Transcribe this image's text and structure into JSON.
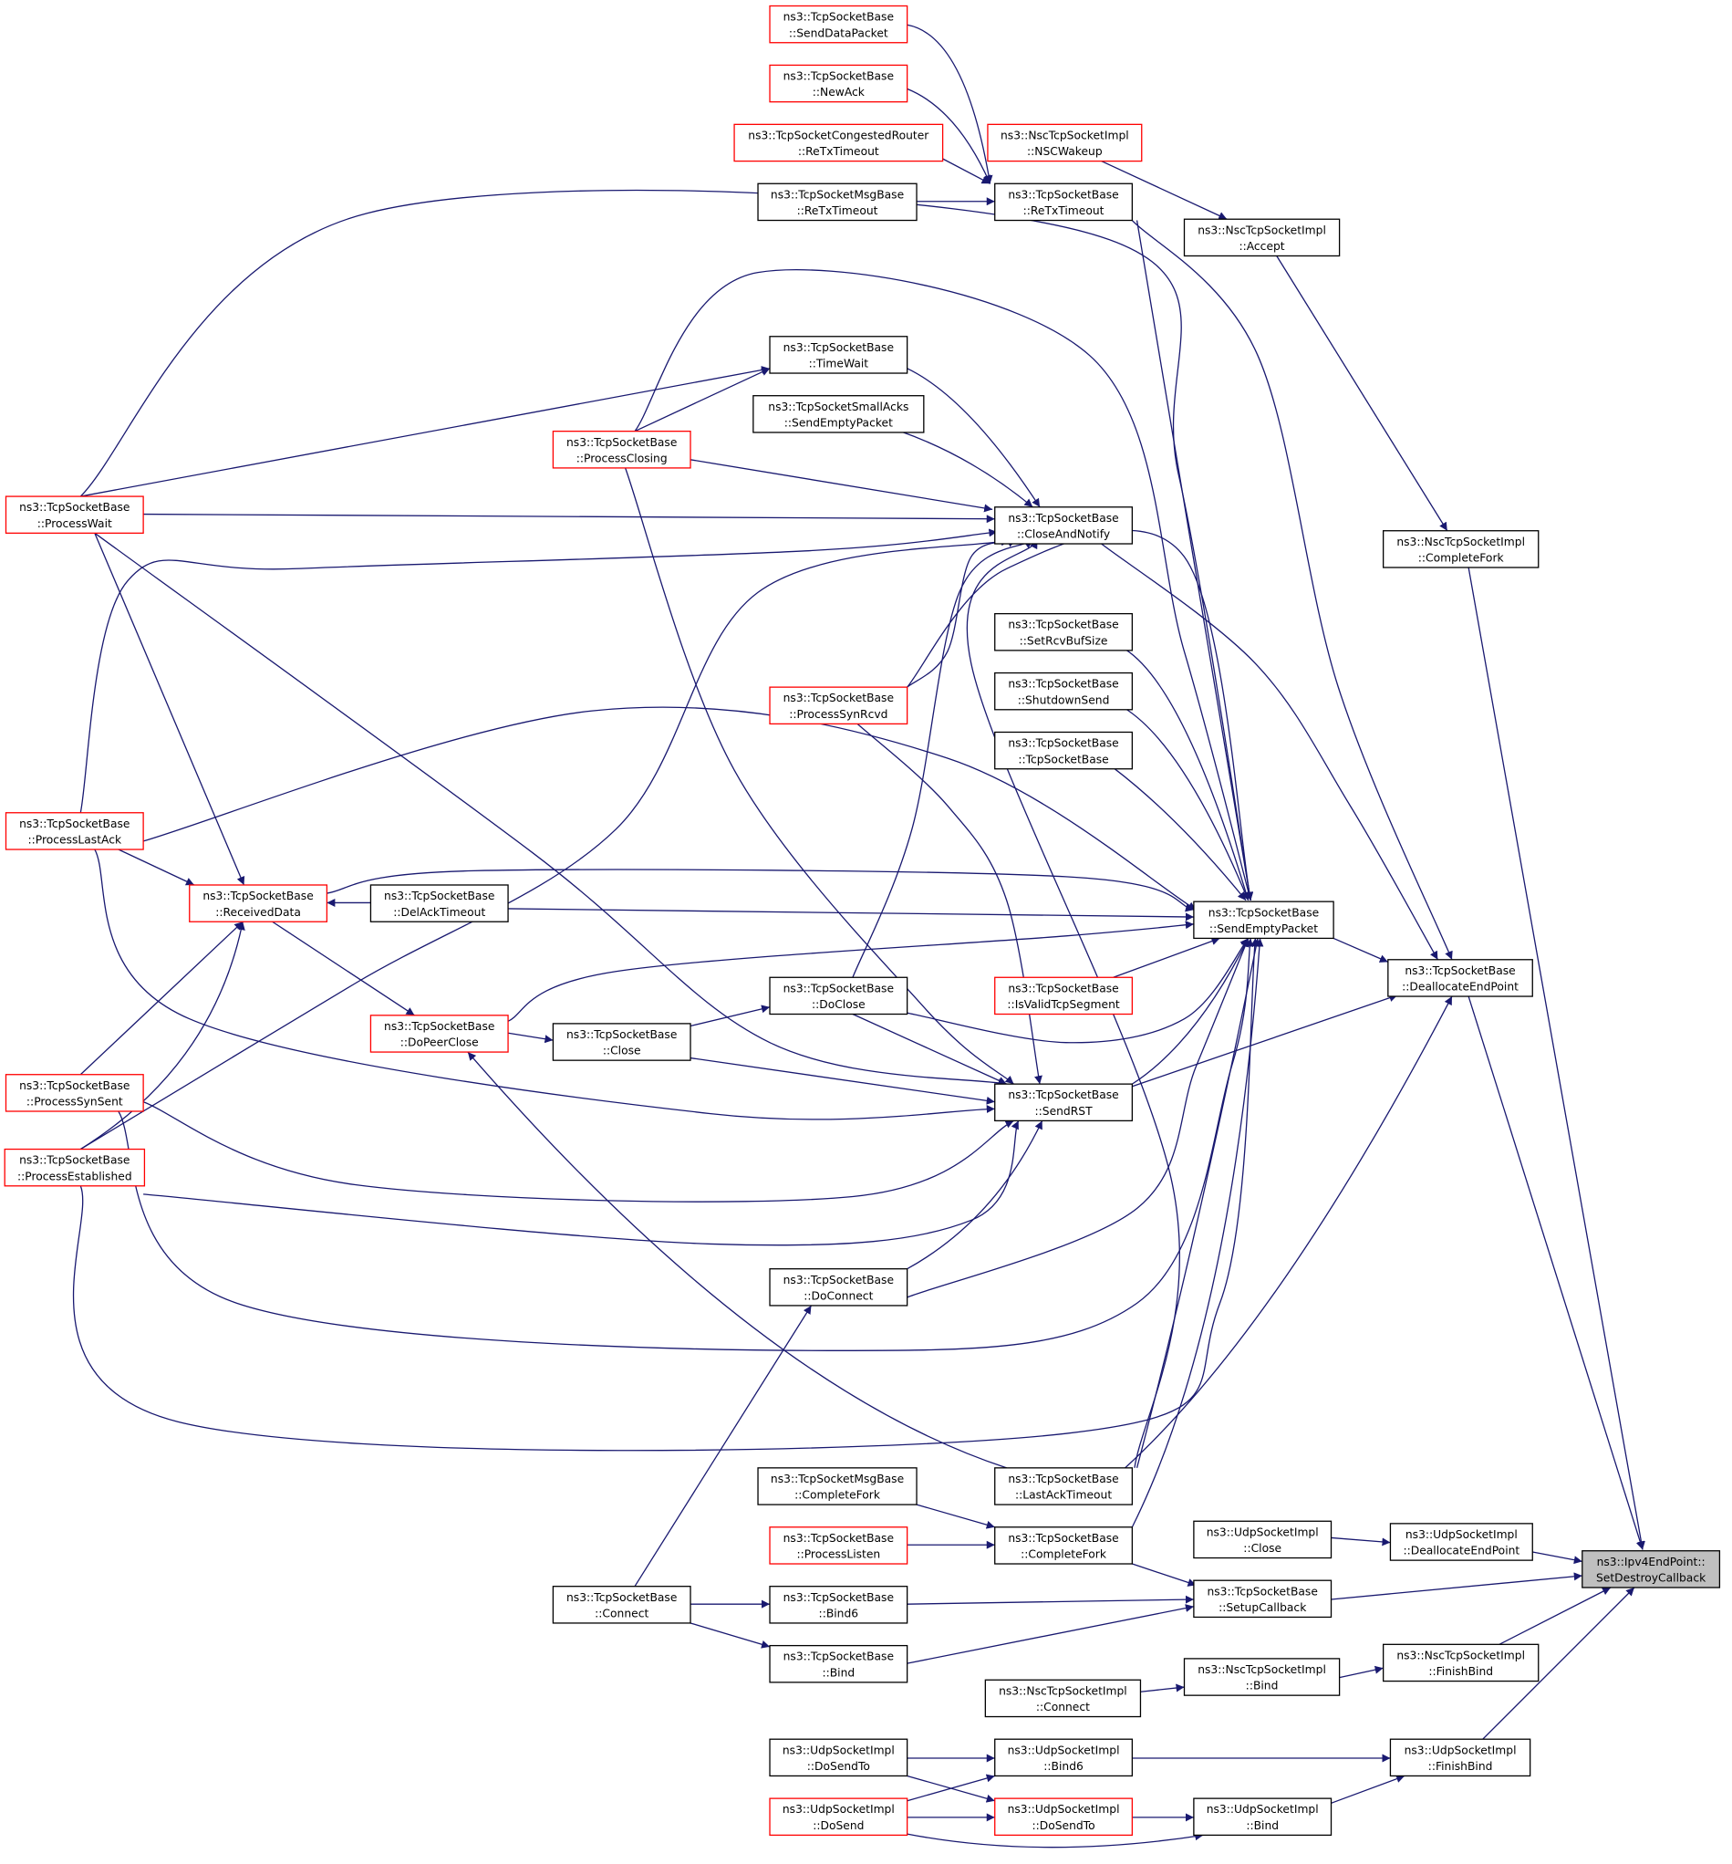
{
  "colors": {
    "edge": "#191970",
    "border_default": "#000000",
    "border_truncated": "#ff0000",
    "focus_fill": "#bfbfbf"
  },
  "nodes": [
    {
      "id": "sendDataPacket",
      "lines": [
        "ns3::TcpSocketBase",
        "::SendDataPacket"
      ],
      "style": "truncated"
    },
    {
      "id": "newAck",
      "lines": [
        "ns3::TcpSocketBase",
        "::NewAck"
      ],
      "style": "truncated"
    },
    {
      "id": "congRtrReTx",
      "lines": [
        "ns3::TcpSocketCongestedRouter",
        "::ReTxTimeout"
      ],
      "style": "truncated"
    },
    {
      "id": "msgReTx",
      "lines": [
        "ns3::TcpSocketMsgBase",
        "::ReTxTimeout"
      ],
      "style": "normal"
    },
    {
      "id": "nscWakeup",
      "lines": [
        "ns3::NscTcpSocketImpl",
        "::NSCWakeup"
      ],
      "style": "truncated"
    },
    {
      "id": "reTx",
      "lines": [
        "ns3::TcpSocketBase",
        "::ReTxTimeout"
      ],
      "style": "normal"
    },
    {
      "id": "nscAccept",
      "lines": [
        "ns3::NscTcpSocketImpl",
        "::Accept"
      ],
      "style": "normal"
    },
    {
      "id": "timeWait",
      "lines": [
        "ns3::TcpSocketBase",
        "::TimeWait"
      ],
      "style": "normal"
    },
    {
      "id": "smallAcks",
      "lines": [
        "ns3::TcpSocketSmallAcks",
        "::SendEmptyPacket"
      ],
      "style": "normal"
    },
    {
      "id": "procClosing",
      "lines": [
        "ns3::TcpSocketBase",
        "::ProcessClosing"
      ],
      "style": "truncated"
    },
    {
      "id": "procWait",
      "lines": [
        "ns3::TcpSocketBase",
        "::ProcessWait"
      ],
      "style": "truncated"
    },
    {
      "id": "closeNotify",
      "lines": [
        "ns3::TcpSocketBase",
        "::CloseAndNotify"
      ],
      "style": "normal"
    },
    {
      "id": "nscCompleteFork",
      "lines": [
        "ns3::NscTcpSocketImpl",
        "::CompleteFork"
      ],
      "style": "normal"
    },
    {
      "id": "setRcvBuf",
      "lines": [
        "ns3::TcpSocketBase",
        "::SetRcvBufSize"
      ],
      "style": "normal"
    },
    {
      "id": "procSynRcvd",
      "lines": [
        "ns3::TcpSocketBase",
        "::ProcessSynRcvd"
      ],
      "style": "truncated"
    },
    {
      "id": "shutdownSend",
      "lines": [
        "ns3::TcpSocketBase",
        "::ShutdownSend"
      ],
      "style": "normal"
    },
    {
      "id": "ctor",
      "lines": [
        "ns3::TcpSocketBase",
        "::TcpSocketBase"
      ],
      "style": "normal"
    },
    {
      "id": "procLastAck",
      "lines": [
        "ns3::TcpSocketBase",
        "::ProcessLastAck"
      ],
      "style": "truncated"
    },
    {
      "id": "recvData",
      "lines": [
        "ns3::TcpSocketBase",
        "::ReceivedData"
      ],
      "style": "truncated"
    },
    {
      "id": "delAck",
      "lines": [
        "ns3::TcpSocketBase",
        "::DelAckTimeout"
      ],
      "style": "normal"
    },
    {
      "id": "sendEmpty",
      "lines": [
        "ns3::TcpSocketBase",
        "::SendEmptyPacket"
      ],
      "style": "normal"
    },
    {
      "id": "deallocTcp",
      "lines": [
        "ns3::TcpSocketBase",
        "::DeallocateEndPoint"
      ],
      "style": "normal"
    },
    {
      "id": "isValid",
      "lines": [
        "ns3::TcpSocketBase",
        "::IsValidTcpSegment"
      ],
      "style": "truncated"
    },
    {
      "id": "doClose",
      "lines": [
        "ns3::TcpSocketBase",
        "::DoClose"
      ],
      "style": "normal"
    },
    {
      "id": "doPeerClose",
      "lines": [
        "ns3::TcpSocketBase",
        "::DoPeerClose"
      ],
      "style": "truncated"
    },
    {
      "id": "close",
      "lines": [
        "ns3::TcpSocketBase",
        "::Close"
      ],
      "style": "normal"
    },
    {
      "id": "procSynSent",
      "lines": [
        "ns3::TcpSocketBase",
        "::ProcessSynSent"
      ],
      "style": "truncated"
    },
    {
      "id": "sendRst",
      "lines": [
        "ns3::TcpSocketBase",
        "::SendRST"
      ],
      "style": "normal"
    },
    {
      "id": "procEstab",
      "lines": [
        "ns3::TcpSocketBase",
        "::ProcessEstablished"
      ],
      "style": "truncated"
    },
    {
      "id": "doConnect",
      "lines": [
        "ns3::TcpSocketBase",
        "::DoConnect"
      ],
      "style": "normal"
    },
    {
      "id": "msgCompleteFork",
      "lines": [
        "ns3::TcpSocketMsgBase",
        "::CompleteFork"
      ],
      "style": "normal"
    },
    {
      "id": "lastAckTimeout",
      "lines": [
        "ns3::TcpSocketBase",
        "::LastAckTimeout"
      ],
      "style": "normal"
    },
    {
      "id": "procListen",
      "lines": [
        "ns3::TcpSocketBase",
        "::ProcessListen"
      ],
      "style": "truncated"
    },
    {
      "id": "completeFork",
      "lines": [
        "ns3::TcpSocketBase",
        "::CompleteFork"
      ],
      "style": "normal"
    },
    {
      "id": "udpClose",
      "lines": [
        "ns3::UdpSocketImpl",
        "::Close"
      ],
      "style": "normal"
    },
    {
      "id": "udpDealloc",
      "lines": [
        "ns3::UdpSocketImpl",
        "::DeallocateEndPoint"
      ],
      "style": "normal"
    },
    {
      "id": "target",
      "lines": [
        "ns3::Ipv4EndPoint::",
        "SetDestroyCallback"
      ],
      "style": "focus"
    },
    {
      "id": "tcpConnect",
      "lines": [
        "ns3::TcpSocketBase",
        "::Connect"
      ],
      "style": "normal"
    },
    {
      "id": "bind6",
      "lines": [
        "ns3::TcpSocketBase",
        "::Bind6"
      ],
      "style": "normal"
    },
    {
      "id": "setupCb",
      "lines": [
        "ns3::TcpSocketBase",
        "::SetupCallback"
      ],
      "style": "normal"
    },
    {
      "id": "bind",
      "lines": [
        "ns3::TcpSocketBase",
        "::Bind"
      ],
      "style": "normal"
    },
    {
      "id": "nscFinishBind",
      "lines": [
        "ns3::NscTcpSocketImpl",
        "::FinishBind"
      ],
      "style": "normal"
    },
    {
      "id": "nscBind",
      "lines": [
        "ns3::NscTcpSocketImpl",
        "::Bind"
      ],
      "style": "normal"
    },
    {
      "id": "nscConnect",
      "lines": [
        "ns3::NscTcpSocketImpl",
        "::Connect"
      ],
      "style": "normal"
    },
    {
      "id": "udpDoSendTo1",
      "lines": [
        "ns3::UdpSocketImpl",
        "::DoSendTo"
      ],
      "style": "normal"
    },
    {
      "id": "udpBind6",
      "lines": [
        "ns3::UdpSocketImpl",
        "::Bind6"
      ],
      "style": "normal"
    },
    {
      "id": "udpFinishBind",
      "lines": [
        "ns3::UdpSocketImpl",
        "::FinishBind"
      ],
      "style": "normal"
    },
    {
      "id": "udpDoSend",
      "lines": [
        "ns3::UdpSocketImpl",
        "::DoSend"
      ],
      "style": "truncated"
    },
    {
      "id": "udpDoSendTo2",
      "lines": [
        "ns3::UdpSocketImpl",
        "::DoSendTo"
      ],
      "style": "truncated"
    },
    {
      "id": "udpBind",
      "lines": [
        "ns3::UdpSocketImpl",
        "::Bind"
      ],
      "style": "normal"
    }
  ],
  "edges": [
    {
      "from": "sendDataPacket",
      "to": "reTx"
    },
    {
      "from": "newAck",
      "to": "reTx"
    },
    {
      "from": "congRtrReTx",
      "to": "reTx"
    },
    {
      "from": "msgReTx",
      "to": "reTx"
    },
    {
      "from": "nscWakeup",
      "to": "nscAccept"
    },
    {
      "from": "nscAccept",
      "to": "nscCompleteFork"
    },
    {
      "from": "nscCompleteFork",
      "to": "target"
    },
    {
      "from": "reTx",
      "to": "sendEmpty"
    },
    {
      "from": "reTx",
      "to": "deallocTcp"
    },
    {
      "from": "procWait",
      "to": "sendEmpty"
    },
    {
      "from": "procClosing",
      "to": "timeWait"
    },
    {
      "from": "procWait",
      "to": "timeWait"
    },
    {
      "from": "procClosing",
      "to": "sendEmpty"
    },
    {
      "from": "timeWait",
      "to": "closeNotify"
    },
    {
      "from": "smallAcks",
      "to": "closeNotify"
    },
    {
      "from": "procClosing",
      "to": "closeNotify"
    },
    {
      "from": "procWait",
      "to": "closeNotify"
    },
    {
      "from": "procLastAck",
      "to": "closeNotify"
    },
    {
      "from": "procEstab",
      "to": "closeNotify"
    },
    {
      "from": "procSynRcvd",
      "to": "closeNotify"
    },
    {
      "from": "doClose",
      "to": "closeNotify"
    },
    {
      "from": "lastAckTimeout",
      "to": "closeNotify"
    },
    {
      "from": "closeNotify",
      "to": "deallocTcp"
    },
    {
      "from": "setRcvBuf",
      "to": "sendEmpty"
    },
    {
      "from": "shutdownSend",
      "to": "sendEmpty"
    },
    {
      "from": "ctor",
      "to": "sendEmpty"
    },
    {
      "from": "procSynRcvd",
      "to": "sendEmpty"
    },
    {
      "from": "procLastAck",
      "to": "sendEmpty"
    },
    {
      "from": "recvData",
      "to": "sendEmpty"
    },
    {
      "from": "delAck",
      "to": "sendEmpty"
    },
    {
      "from": "isValid",
      "to": "sendEmpty"
    },
    {
      "from": "doPeerClose",
      "to": "sendEmpty"
    },
    {
      "from": "doClose",
      "to": "sendEmpty"
    },
    {
      "from": "sendRst",
      "to": "sendEmpty"
    },
    {
      "from": "doConnect",
      "to": "sendEmpty"
    },
    {
      "from": "procSynSent",
      "to": "sendEmpty"
    },
    {
      "from": "procEstab",
      "to": "sendEmpty"
    },
    {
      "from": "lastAckTimeout",
      "to": "sendEmpty"
    },
    {
      "from": "completeFork",
      "to": "sendEmpty"
    },
    {
      "from": "sendEmpty",
      "to": "deallocTcp"
    },
    {
      "from": "procLastAck",
      "to": "recvData"
    },
    {
      "from": "procWait",
      "to": "recvData"
    },
    {
      "from": "procSynSent",
      "to": "recvData"
    },
    {
      "from": "procEstab",
      "to": "recvData"
    },
    {
      "from": "delAck",
      "to": "recvData"
    },
    {
      "from": "recvData",
      "to": "doPeerClose"
    },
    {
      "from": "close",
      "to": "doClose"
    },
    {
      "from": "doPeerClose",
      "to": "close"
    },
    {
      "from": "procClosing",
      "to": "sendRst"
    },
    {
      "from": "procWait",
      "to": "sendRst"
    },
    {
      "from": "procSynRcvd",
      "to": "sendRst"
    },
    {
      "from": "procLastAck",
      "to": "sendRst"
    },
    {
      "from": "doClose",
      "to": "sendRst"
    },
    {
      "from": "close",
      "to": "sendRst"
    },
    {
      "from": "procSynSent",
      "to": "sendRst"
    },
    {
      "from": "procEstab",
      "to": "sendRst"
    },
    {
      "from": "doConnect",
      "to": "sendRst"
    },
    {
      "from": "sendRst",
      "to": "deallocTcp"
    },
    {
      "from": "deallocTcp",
      "to": "target"
    },
    {
      "from": "tcpConnect",
      "to": "doConnect"
    },
    {
      "from": "lastAckTimeout",
      "to": "doPeerClose"
    },
    {
      "from": "lastAckTimeout",
      "to": "deallocTcp"
    },
    {
      "from": "msgCompleteFork",
      "to": "completeFork"
    },
    {
      "from": "procListen",
      "to": "completeFork"
    },
    {
      "from": "completeFork",
      "to": "setupCb"
    },
    {
      "from": "udpClose",
      "to": "udpDealloc"
    },
    {
      "from": "udpDealloc",
      "to": "target"
    },
    {
      "from": "setupCb",
      "to": "target"
    },
    {
      "from": "tcpConnect",
      "to": "bind6"
    },
    {
      "from": "tcpConnect",
      "to": "bind"
    },
    {
      "from": "bind6",
      "to": "setupCb"
    },
    {
      "from": "bind",
      "to": "setupCb"
    },
    {
      "from": "nscFinishBind",
      "to": "target"
    },
    {
      "from": "nscBind",
      "to": "nscFinishBind"
    },
    {
      "from": "nscConnect",
      "to": "nscBind"
    },
    {
      "from": "udpFinishBind",
      "to": "target"
    },
    {
      "from": "udpBind6",
      "to": "udpFinishBind"
    },
    {
      "from": "udpBind",
      "to": "udpFinishBind"
    },
    {
      "from": "udpDoSendTo1",
      "to": "udpBind6"
    },
    {
      "from": "udpDoSend",
      "to": "udpBind6"
    },
    {
      "from": "udpDoSendTo1",
      "to": "udpDoSendTo2"
    },
    {
      "from": "udpDoSend",
      "to": "udpDoSendTo2"
    },
    {
      "from": "udpDoSendTo2",
      "to": "udpBind"
    },
    {
      "from": "udpDoSend",
      "to": "udpBind"
    }
  ]
}
